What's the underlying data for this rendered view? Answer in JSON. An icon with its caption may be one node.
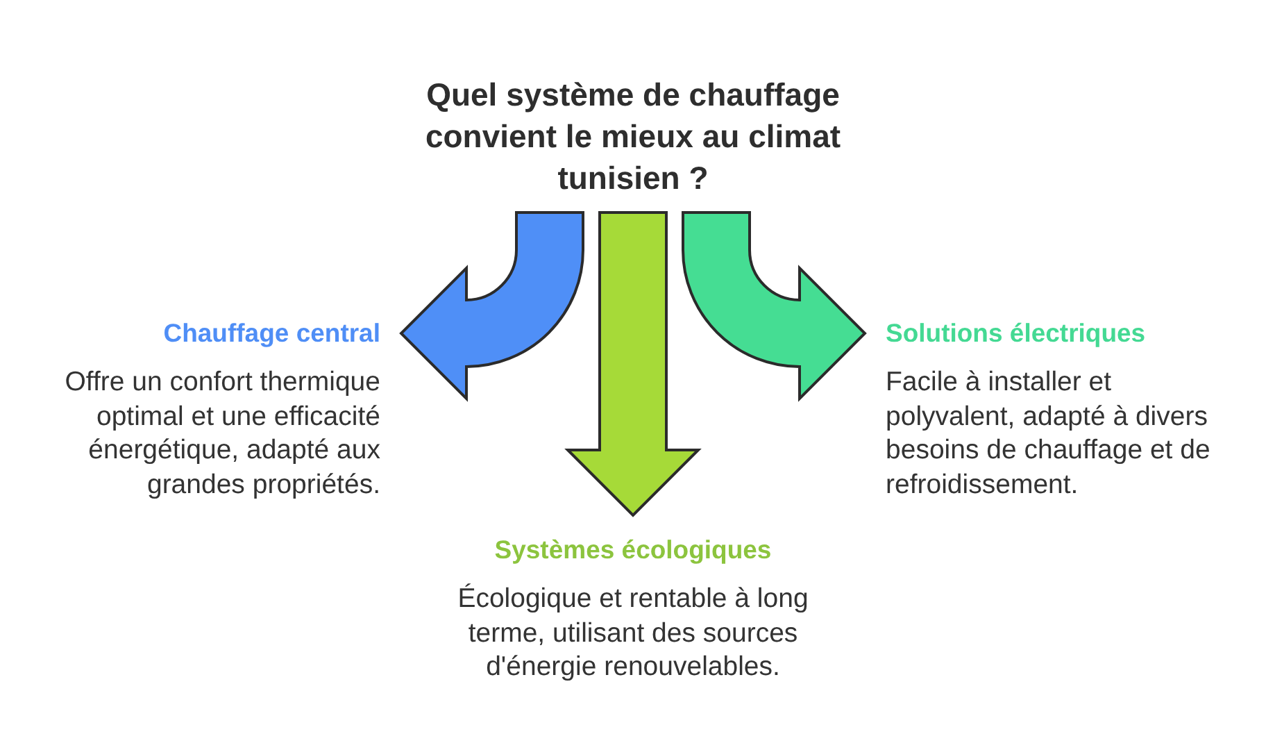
{
  "diagram": {
    "nodes": [
      {
        "text": [
          "Quel système de chauffage convient le mieux au climat tunisien ?"
        ]
      },
      {
        "text": [
          "Chauffage central",
          "Offre un confort thermique optimal et une efficacité énergétique, adapté aux grandes propriétés."
        ]
      },
      {
        "text": [
          "Systèmes écologiques",
          "Écologique et rentable à long terme, utilisant des sources d'énergie renouvelables."
        ]
      },
      {
        "text": [
          "Solutions électriques",
          "Facile à installer et polyvalent, adapté à divers besoins de chauffage et de refroidissement."
        ]
      }
    ],
    "edges": [
      {
        "from": 0,
        "to": 1,
        "arrow": "to",
        "color": "#4f8ff7"
      },
      {
        "from": 0,
        "to": 2,
        "arrow": "to",
        "color": "#a6da38"
      },
      {
        "from": 0,
        "to": 3,
        "arrow": "to",
        "color": "#45dd93"
      }
    ]
  }
}
